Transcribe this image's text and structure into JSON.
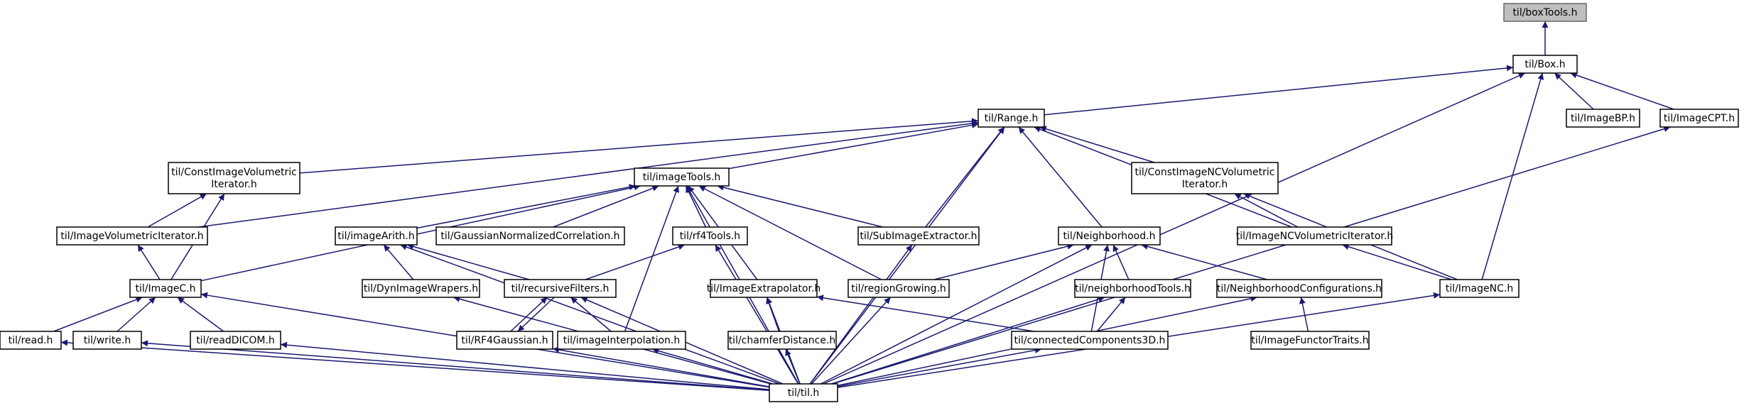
{
  "diagram": {
    "colors": {
      "edge": "#191970",
      "node_border": "#000000",
      "root_fill": "#bfbfbf",
      "node_fill": "#ffffff"
    },
    "nodes": [
      {
        "id": "boxTools",
        "lines": [
          "til/boxTools.h"
        ],
        "root": true
      },
      {
        "id": "Box",
        "lines": [
          "til/Box.h"
        ]
      },
      {
        "id": "Range",
        "lines": [
          "til/Range.h"
        ]
      },
      {
        "id": "ImageBP",
        "lines": [
          "til/ImageBP.h"
        ]
      },
      {
        "id": "ImageCPT",
        "lines": [
          "til/ImageCPT.h"
        ]
      },
      {
        "id": "ConstImageVolumetricIterator",
        "lines": [
          "til/ConstImageVolumetric",
          "Iterator.h"
        ]
      },
      {
        "id": "imageTools",
        "lines": [
          "til/imageTools.h"
        ]
      },
      {
        "id": "ConstImageNCVolumetricIterator",
        "lines": [
          "til/ConstImageNCVolumetric",
          "Iterator.h"
        ]
      },
      {
        "id": "ImageVolumetricIterator",
        "lines": [
          "til/ImageVolumetricIterator.h"
        ]
      },
      {
        "id": "imageArith",
        "lines": [
          "til/imageArith.h"
        ]
      },
      {
        "id": "GaussianNormalizedCorrelation",
        "lines": [
          "til/GaussianNormalizedCorrelation.h"
        ]
      },
      {
        "id": "rf4Tools",
        "lines": [
          "til/rf4Tools.h"
        ]
      },
      {
        "id": "SubImageExtractor",
        "lines": [
          "til/SubImageExtractor.h"
        ]
      },
      {
        "id": "Neighborhood",
        "lines": [
          "til/Neighborhood.h"
        ]
      },
      {
        "id": "ImageNCVolumetricIterator",
        "lines": [
          "til/ImageNCVolumetricIterator.h"
        ]
      },
      {
        "id": "ImageC",
        "lines": [
          "til/ImageC.h"
        ]
      },
      {
        "id": "DynImageWrapers",
        "lines": [
          "til/DynImageWrapers.h"
        ]
      },
      {
        "id": "recursiveFilters",
        "lines": [
          "til/recursiveFilters.h"
        ]
      },
      {
        "id": "ImageExtrapolator",
        "lines": [
          "til/ImageExtrapolator.h"
        ]
      },
      {
        "id": "regionGrowing",
        "lines": [
          "til/regionGrowing.h"
        ]
      },
      {
        "id": "neighborhoodTools",
        "lines": [
          "til/neighborhoodTools.h"
        ]
      },
      {
        "id": "NeighborhoodConfigurations",
        "lines": [
          "til/NeighborhoodConfigurations.h"
        ]
      },
      {
        "id": "ImageNC",
        "lines": [
          "til/ImageNC.h"
        ]
      },
      {
        "id": "read",
        "lines": [
          "til/read.h"
        ]
      },
      {
        "id": "write",
        "lines": [
          "til/write.h"
        ]
      },
      {
        "id": "readDICOM",
        "lines": [
          "til/readDICOM.h"
        ]
      },
      {
        "id": "RF4Gaussian",
        "lines": [
          "til/RF4Gaussian.h"
        ]
      },
      {
        "id": "imageInterpolation",
        "lines": [
          "til/imageInterpolation.h"
        ]
      },
      {
        "id": "chamferDistance",
        "lines": [
          "til/chamferDistance.h"
        ]
      },
      {
        "id": "connectedComponents3D",
        "lines": [
          "til/connectedComponents3D.h"
        ]
      },
      {
        "id": "ImageFunctorTraits",
        "lines": [
          "til/ImageFunctorTraits.h"
        ]
      },
      {
        "id": "til",
        "lines": [
          "til/til.h"
        ]
      }
    ],
    "edges": [
      [
        "Box",
        "boxTools"
      ],
      [
        "Range",
        "Box"
      ],
      [
        "ImageBP",
        "Box"
      ],
      [
        "ImageCPT",
        "Box"
      ],
      [
        "ImageNC",
        "Box"
      ],
      [
        "til",
        "Box"
      ],
      [
        "ConstImageVolumetricIterator",
        "Range"
      ],
      [
        "imageTools",
        "Range"
      ],
      [
        "ConstImageNCVolumetricIterator",
        "Range"
      ],
      [
        "ImageVolumetricIterator",
        "Range"
      ],
      [
        "SubImageExtractor",
        "Range"
      ],
      [
        "Neighborhood",
        "Range"
      ],
      [
        "ImageNCVolumetricIterator",
        "Range"
      ],
      [
        "til",
        "Range"
      ],
      [
        "ImageVolumetricIterator",
        "ConstImageVolumetricIterator"
      ],
      [
        "ImageC",
        "ConstImageVolumetricIterator"
      ],
      [
        "ImageC",
        "imageTools"
      ],
      [
        "imageArith",
        "imageTools"
      ],
      [
        "GaussianNormalizedCorrelation",
        "imageTools"
      ],
      [
        "rf4Tools",
        "imageTools"
      ],
      [
        "SubImageExtractor",
        "imageTools"
      ],
      [
        "ImageExtrapolator",
        "imageTools"
      ],
      [
        "regionGrowing",
        "imageTools"
      ],
      [
        "imageInterpolation",
        "imageTools"
      ],
      [
        "til",
        "imageTools"
      ],
      [
        "ImageNCVolumetricIterator",
        "ConstImageNCVolumetricIterator"
      ],
      [
        "ImageNC",
        "ConstImageNCVolumetricIterator"
      ],
      [
        "ImageC",
        "ImageVolumetricIterator"
      ],
      [
        "DynImageWrapers",
        "imageArith"
      ],
      [
        "recursiveFilters",
        "imageArith"
      ],
      [
        "til",
        "imageArith"
      ],
      [
        "recursiveFilters",
        "rf4Tools"
      ],
      [
        "til",
        "rf4Tools"
      ],
      [
        "til",
        "SubImageExtractor"
      ],
      [
        "regionGrowing",
        "Neighborhood"
      ],
      [
        "neighborhoodTools",
        "Neighborhood"
      ],
      [
        "NeighborhoodConfigurations",
        "Neighborhood"
      ],
      [
        "connectedComponents3D",
        "Neighborhood"
      ],
      [
        "til",
        "Neighborhood"
      ],
      [
        "ImageNC",
        "ImageNCVolumetricIterator"
      ],
      [
        "read",
        "ImageC"
      ],
      [
        "write",
        "ImageC"
      ],
      [
        "readDICOM",
        "ImageC"
      ],
      [
        "til",
        "ImageC"
      ],
      [
        "til",
        "DynImageWrapers"
      ],
      [
        "RF4Gaussian",
        "recursiveFilters"
      ],
      [
        "recursiveFilters",
        "RF4Gaussian"
      ],
      [
        "imageInterpolation",
        "recursiveFilters"
      ],
      [
        "til",
        "recursiveFilters"
      ],
      [
        "chamferDistance",
        "ImageExtrapolator"
      ],
      [
        "connectedComponents3D",
        "ImageExtrapolator"
      ],
      [
        "til",
        "ImageExtrapolator"
      ],
      [
        "til",
        "regionGrowing"
      ],
      [
        "connectedComponents3D",
        "neighborhoodTools"
      ],
      [
        "til",
        "neighborhoodTools"
      ],
      [
        "ImageFunctorTraits",
        "NeighborhoodConfigurations"
      ],
      [
        "til",
        "NeighborhoodConfigurations"
      ],
      [
        "til",
        "ImageNC"
      ],
      [
        "til",
        "read"
      ],
      [
        "til",
        "write"
      ],
      [
        "til",
        "readDICOM"
      ],
      [
        "til",
        "RF4Gaussian"
      ],
      [
        "til",
        "imageInterpolation"
      ],
      [
        "til",
        "chamferDistance"
      ],
      [
        "til",
        "connectedComponents3D"
      ],
      [
        "til",
        "ImageCPT"
      ]
    ]
  }
}
